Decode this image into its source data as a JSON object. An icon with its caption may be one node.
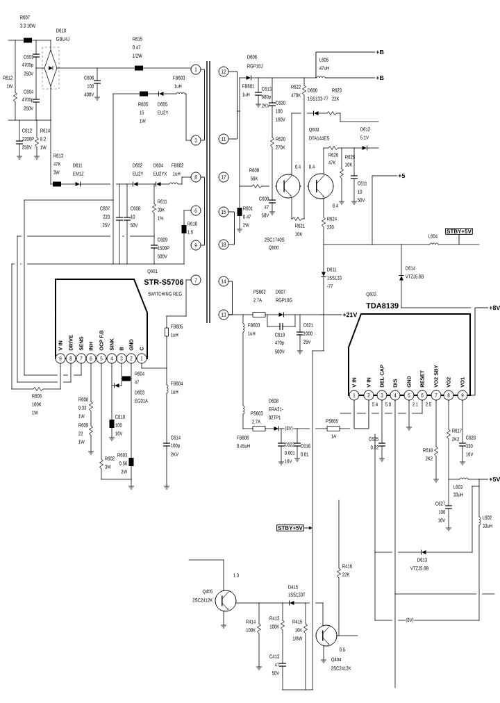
{
  "diagram": {
    "nodes": [
      {
        "text": [
          "1"
        ]
      },
      {
        "text": [
          "3"
        ]
      },
      {
        "text": [
          "8"
        ]
      },
      {
        "text": [
          "6"
        ]
      },
      {
        "text": [
          "9"
        ]
      },
      {
        "text": [
          "7"
        ]
      },
      {
        "text": [
          "12"
        ]
      },
      {
        "text": [
          "11"
        ]
      },
      {
        "text": [
          "17"
        ]
      },
      {
        "text": [
          "15"
        ]
      },
      {
        "text": [
          "18"
        ]
      },
      {
        "text": [
          "14"
        ]
      },
      {
        "text": [
          "13"
        ]
      },
      {
        "text": [
          "Q601",
          "STR-S5706",
          "SWITCHING REG"
        ]
      },
      {
        "text": [
          "9"
        ],
        "beside": [
          "V IN"
        ],
        "in": 13
      },
      {
        "text": [
          "8"
        ],
        "beside": [
          "DRIVE"
        ],
        "in": 13
      },
      {
        "text": [
          "7"
        ],
        "beside": [
          "SENS"
        ],
        "in": 13
      },
      {
        "text": [
          "6"
        ],
        "beside": [
          "INH"
        ],
        "in": 13
      },
      {
        "text": [
          "5"
        ],
        "beside": [
          "OCP F.B"
        ],
        "in": 13
      },
      {
        "text": [
          "4"
        ],
        "beside": [
          "SINK"
        ],
        "in": 13
      },
      {
        "text": [
          "3"
        ],
        "beside": [
          "B"
        ],
        "in": 13
      },
      {
        "text": [
          "2"
        ],
        "beside": [
          "GND"
        ],
        "in": 13
      },
      {
        "text": [
          "1"
        ],
        "beside": [
          "C"
        ],
        "in": 13
      },
      {
        "text": [
          "Q603",
          "TDA8139"
        ]
      },
      {
        "text": [
          "1"
        ],
        "beside": [
          "V IN"
        ],
        "in": 23
      },
      {
        "text": [
          "2"
        ],
        "beside": [
          "V IN"
        ],
        "in": 23
      },
      {
        "text": [
          "3"
        ],
        "beside": [
          "DEL CAP"
        ],
        "in": 23
      },
      {
        "text": [
          "4"
        ],
        "beside": [
          "DIS"
        ],
        "in": 23
      },
      {
        "text": [
          "5"
        ],
        "beside": [
          "GND"
        ],
        "in": 23
      },
      {
        "text": [
          "6"
        ],
        "beside": [
          "RESET"
        ],
        "in": 23
      },
      {
        "text": [
          "7"
        ],
        "beside": [
          "VO2 SBY"
        ],
        "in": 23
      },
      {
        "text": [
          "8"
        ],
        "beside": [
          "VO2"
        ],
        "in": 23
      },
      {
        "text": [
          "9"
        ],
        "beside": [
          "VO1"
        ],
        "in": 23
      },
      {
        "text": [
          "+B"
        ]
      },
      {
        "text": [
          "+B"
        ]
      },
      {
        "text": [
          "+5"
        ]
      },
      {
        "text": [
          "STBY+5V"
        ]
      },
      {
        "text": [
          "+8V"
        ]
      },
      {
        "text": [
          "+21V"
        ]
      },
      {
        "text": [
          "+5V"
        ]
      },
      {
        "text": [
          "STBY+5V"
        ]
      }
    ],
    "edges": [
      {
        "from": 0,
        "to": 1,
        "arrow": "none"
      },
      {
        "from": 2,
        "to": 4,
        "arrow": "none"
      },
      {
        "from": 6,
        "to": 7,
        "arrow": "none"
      },
      {
        "from": 9,
        "to": 10,
        "arrow": "none"
      },
      {
        "from": 11,
        "to": 12,
        "arrow": "none"
      },
      {
        "from": null,
        "to": 33,
        "arrow": "none"
      },
      {
        "from": null,
        "to": 34,
        "arrow": "none"
      },
      {
        "from": null,
        "to": 35,
        "arrow": "none"
      },
      {
        "from": 36,
        "to": null,
        "arrow": "none"
      },
      {
        "from": 32,
        "to": 37,
        "arrow": "none"
      },
      {
        "from": null,
        "to": 38,
        "arrow": "none"
      },
      {
        "from": null,
        "to": 39,
        "arrow": "none"
      },
      {
        "from": 40,
        "to": null,
        "arrow": "to"
      },
      {
        "from": 24,
        "to": 25,
        "arrow": "none"
      }
    ],
    "labels": [
      "R607",
      "3.3 10W",
      "D610",
      "GBU4J",
      "C603",
      "4700p",
      "250V",
      "R612",
      "1W",
      "C604",
      "4700p",
      "250V",
      "C612",
      "2200P",
      "250V",
      "R614",
      "8.2",
      "1W",
      "R613",
      "47K",
      "3W",
      "D611",
      "EM1Z",
      "C606",
      "100",
      "400V",
      "R615",
      "0.47",
      "1/2W",
      "R605",
      "15",
      "1W",
      "D605",
      "EU2Y",
      "FB603",
      "1uH",
      "D602",
      "EU2Y",
      "D604",
      "EU2YX",
      "FB602",
      "1uH",
      "C607",
      "220",
      "25V",
      "C608",
      "10",
      "50V",
      "R611",
      "39K",
      "1%",
      "R610",
      "1.5",
      "C609",
      "1500P",
      "500V",
      "R606",
      "100K",
      "1W",
      "R608",
      "0.33",
      "1W",
      "R609",
      "22",
      "1W",
      "R604",
      "47",
      "D603",
      "EG01A",
      "C610",
      "100",
      "16V",
      "R602",
      "3W",
      "R603",
      "0.56",
      "2W",
      "FB605",
      "1uH",
      "FB604",
      "1uH",
      "C614",
      "100p",
      "2KV",
      "D606",
      "RGP15J",
      "FB601",
      "1uH",
      "C613",
      "680p",
      "2KV",
      "C620",
      "100",
      "160V",
      "R622",
      "470K",
      "D600",
      "1SS133-77",
      "R623",
      "22K",
      "Q602",
      "DTA144ES",
      "D612",
      "5.1V",
      "R626",
      "47K",
      "R625",
      "10K",
      "C611",
      "10",
      "50V",
      "R620",
      "270K",
      "R600",
      "56K",
      "C600",
      "47",
      "50V",
      "0.4",
      "8.4",
      "8.4",
      "R601",
      "0.47",
      "2W",
      "R621",
      "10K",
      "2SC1740S",
      "Q600",
      "R624",
      "220",
      "D611",
      "1SS133",
      "-77",
      "L605",
      "47uH",
      "L604",
      "D614",
      "VTZJ5.6B",
      "PS602",
      "2.7A",
      "D607",
      "RGP10G",
      "FB603",
      "1uH",
      "C619",
      "470p",
      "500V",
      "C621",
      "1000",
      "25V",
      "PS603",
      "2.7A",
      "D608",
      "ERA31-",
      "02TP1",
      "FB606",
      "0.45uH",
      "(8V)",
      "C622",
      "0.001",
      "16V",
      "C616",
      "0.01",
      "PS605",
      "1A",
      "5.4",
      "5.0",
      "2.1",
      "2.5",
      "C625",
      "0.22",
      "R618",
      "2K2",
      "R617",
      "2K2",
      "C628",
      "330",
      "16V",
      "L603",
      "33uH",
      "C627",
      "100",
      "10V",
      "L602",
      "33uH",
      "D613",
      "VTZJ5.6B",
      "(8V)",
      "R416",
      "22K",
      "D415",
      "1SS133T",
      "Q405",
      "2SC2412K",
      "1.3",
      "R414",
      "100K",
      "R413",
      "100K",
      "R415",
      "10K",
      "1/8W",
      "C413",
      "47",
      "50V",
      "0.5",
      "Q404",
      "2SC2412K"
    ]
  }
}
